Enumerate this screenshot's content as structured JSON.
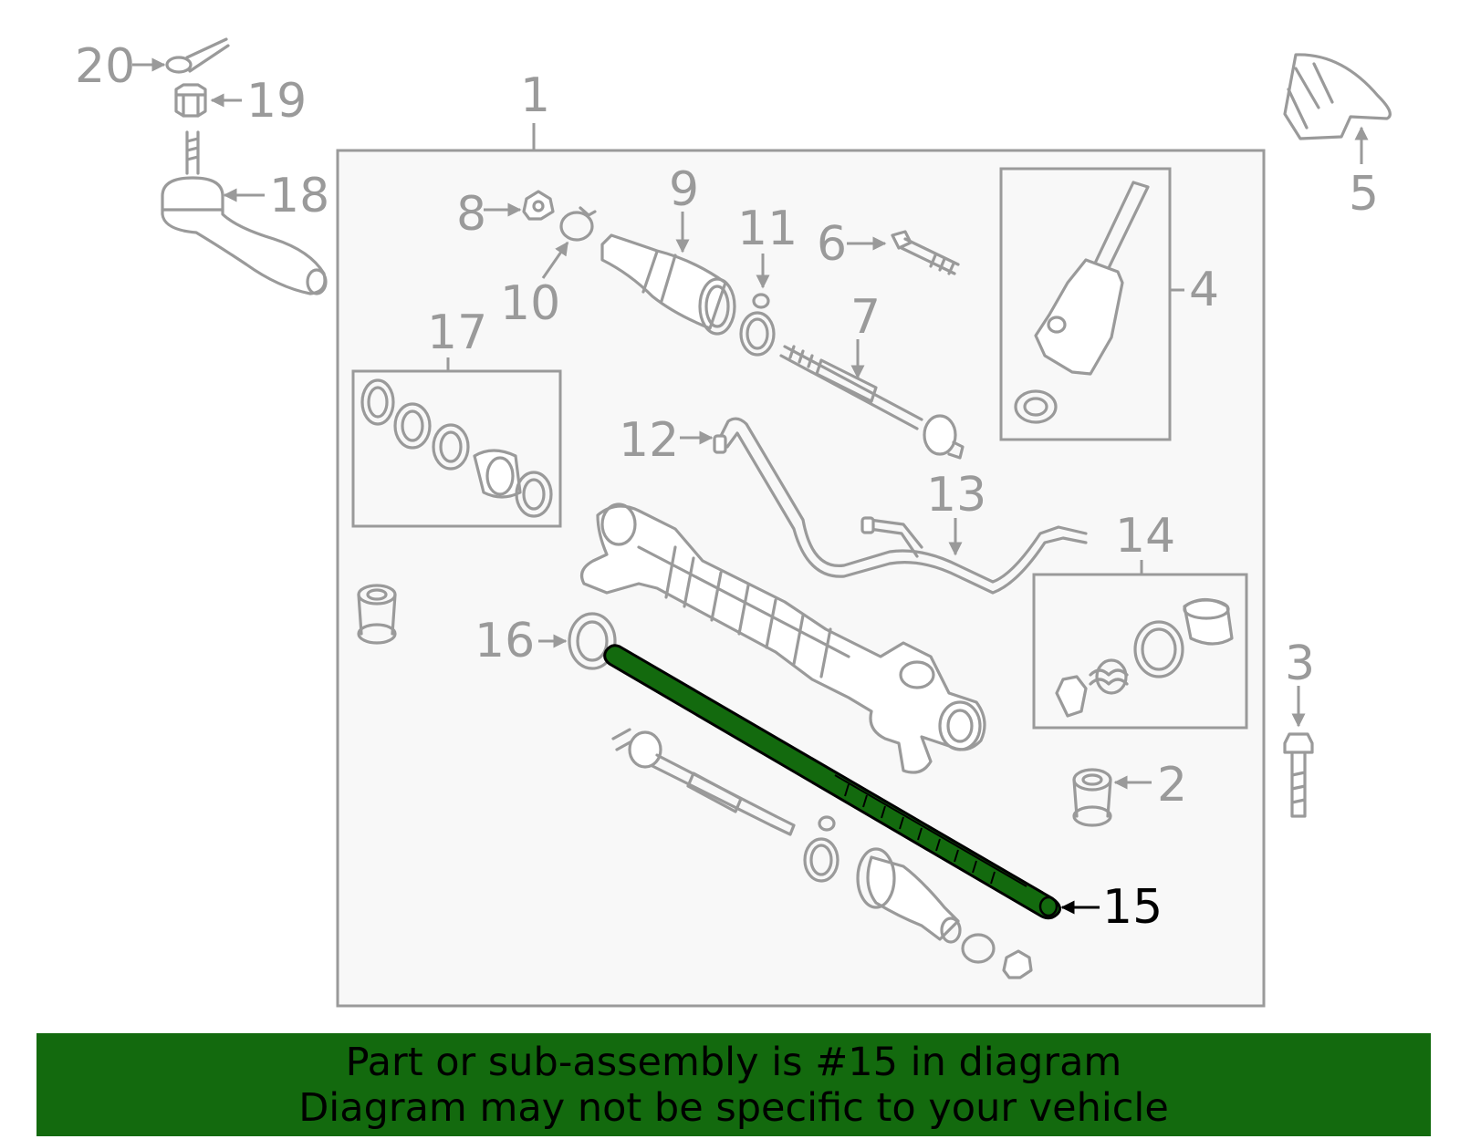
{
  "highlight_color": "#136a0e",
  "callouts": {
    "c1": "1",
    "c2": "2",
    "c3": "3",
    "c4": "4",
    "c5": "5",
    "c6": "6",
    "c7": "7",
    "c8": "8",
    "c9": "9",
    "c10": "10",
    "c11": "11",
    "c12": "12",
    "c13": "13",
    "c14": "14",
    "c15": "15",
    "c16": "16",
    "c17": "17",
    "c18": "18",
    "c19": "19",
    "c20": "20"
  },
  "highlighted_part": "15",
  "banner": {
    "line1": "Part or sub-assembly is #15 in diagram",
    "line2": "Diagram may not be specific to your vehicle"
  }
}
